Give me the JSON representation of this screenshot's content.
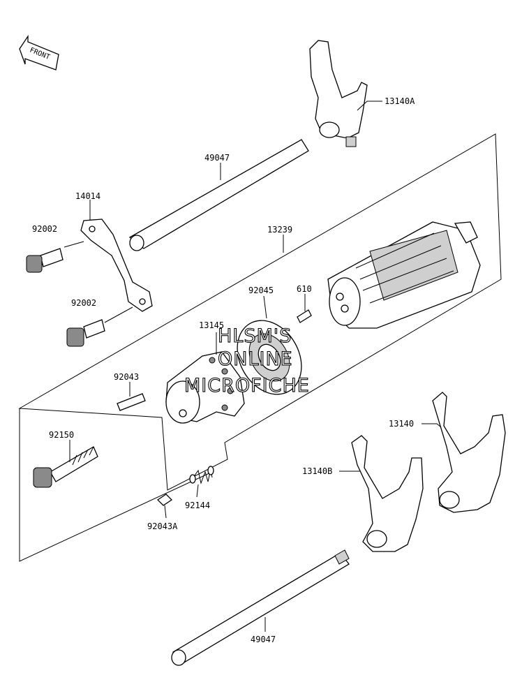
{
  "front_badge": "FRONT",
  "watermark": [
    "HLSM'S",
    "ONLINE",
    "MICROFICHE"
  ],
  "labels": {
    "p13140A": "13140A",
    "p49047_top": "49047",
    "p14014": "14014",
    "p92002_a": "92002",
    "p13239": "13239",
    "p92002_b": "92002",
    "p92045": "92045",
    "p610": "610",
    "p13145": "13145",
    "p92043": "92043",
    "p13140": "13140",
    "p92150": "92150",
    "p13140B": "13140B",
    "p92144": "92144",
    "p92043A": "92043A",
    "p49047_bottom": "49047"
  }
}
